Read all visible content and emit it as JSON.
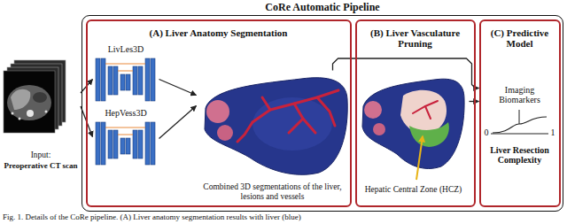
{
  "diagram": {
    "caption": "Fig. 1. Details of the CoRe pipeline. (A) Liver anatomy segmentation results with liver (blue)",
    "nodes": [
      {
        "text": [
          "Input:",
          "Preoperative CT scan"
        ]
      },
      {
        "text": [
          "CoRe Automatic Pipeline"
        ]
      },
      {
        "text": [
          "(A) Liver Anatomy Segmentation"
        ],
        "in": 1
      },
      {
        "text": [
          "LivLes3D"
        ],
        "in": 2
      },
      {
        "text": [
          "HepVess3D"
        ],
        "in": 2
      },
      {
        "text": [
          "Combined 3D segmentations of the liver, lesions and vessels"
        ],
        "in": 2
      },
      {
        "text": [
          "(B) Liver Vasculature Pruning"
        ],
        "in": 1
      },
      {
        "text": [
          "Hepatic Central Zone (HCZ)"
        ],
        "in": 6
      },
      {
        "text": [
          "(C) Predictive Model",
          "Imaging Biomarkers",
          "Liver Resection Complexity"
        ],
        "in": 1
      }
    ],
    "edges": [
      {
        "from": 0,
        "to": 3,
        "arrow": "to"
      },
      {
        "from": 0,
        "to": 4,
        "arrow": "to"
      },
      {
        "from": 3,
        "to": 5,
        "arrow": "to"
      },
      {
        "from": 4,
        "to": 5,
        "arrow": "to"
      },
      {
        "from": 5,
        "to": 8,
        "arrow": "to"
      },
      {
        "from": 7,
        "to": 8,
        "arrow": "to"
      }
    ],
    "labels": [
      "0",
      "1"
    ]
  }
}
